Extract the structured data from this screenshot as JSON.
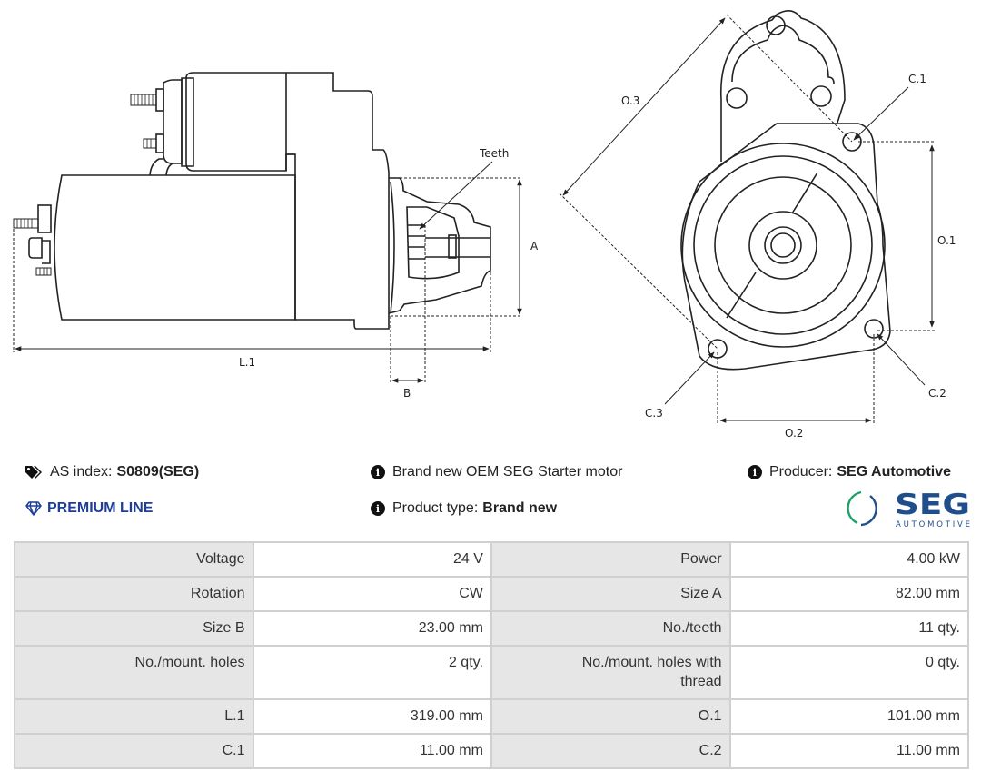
{
  "diagram": {
    "side_view_labels": {
      "teeth": "Teeth",
      "dim_a": "A",
      "dim_b": "B",
      "dim_l1": "L.1"
    },
    "front_view_labels": {
      "o1": "O.1",
      "o2": "O.2",
      "o3": "O.3",
      "c1": "C.1",
      "c2": "C.2",
      "c3": "C.3"
    }
  },
  "info": {
    "as_index_label": "AS index:",
    "as_index_value": "S0809(SEG)",
    "premium_line": "PREMIUM LINE",
    "description": "Brand new OEM SEG Starter motor",
    "product_type_label": "Product type:",
    "product_type_value": "Brand new",
    "producer_label": "Producer:",
    "producer_value": "SEG Automotive"
  },
  "logo": {
    "brand": "SEG",
    "sub": "AUTOMOTIVE",
    "colors": {
      "blue": "#1f4e8c",
      "green": "#1aa26a"
    }
  },
  "specs": [
    [
      {
        "label": "Voltage",
        "value": "24 V"
      },
      {
        "label": "Power",
        "value": "4.00 kW"
      }
    ],
    [
      {
        "label": "Rotation",
        "value": "CW"
      },
      {
        "label": "Size A",
        "value": "82.00 mm"
      }
    ],
    [
      {
        "label": "Size B",
        "value": "23.00 mm"
      },
      {
        "label": "No./teeth",
        "value": "11 qty."
      }
    ],
    [
      {
        "label": "No./mount. holes",
        "value": "2 qty."
      },
      {
        "label": "No./mount. holes with thread",
        "value": "0 qty."
      }
    ],
    [
      {
        "label": "L.1",
        "value": "319.00 mm"
      },
      {
        "label": "O.1",
        "value": "101.00 mm"
      }
    ],
    [
      {
        "label": "C.1",
        "value": "11.00 mm"
      },
      {
        "label": "C.2",
        "value": "11.00 mm"
      }
    ]
  ],
  "colors": {
    "accent": "#1d3f9a",
    "label_bg": "#e6e6e6",
    "border": "#d0d0d0"
  }
}
